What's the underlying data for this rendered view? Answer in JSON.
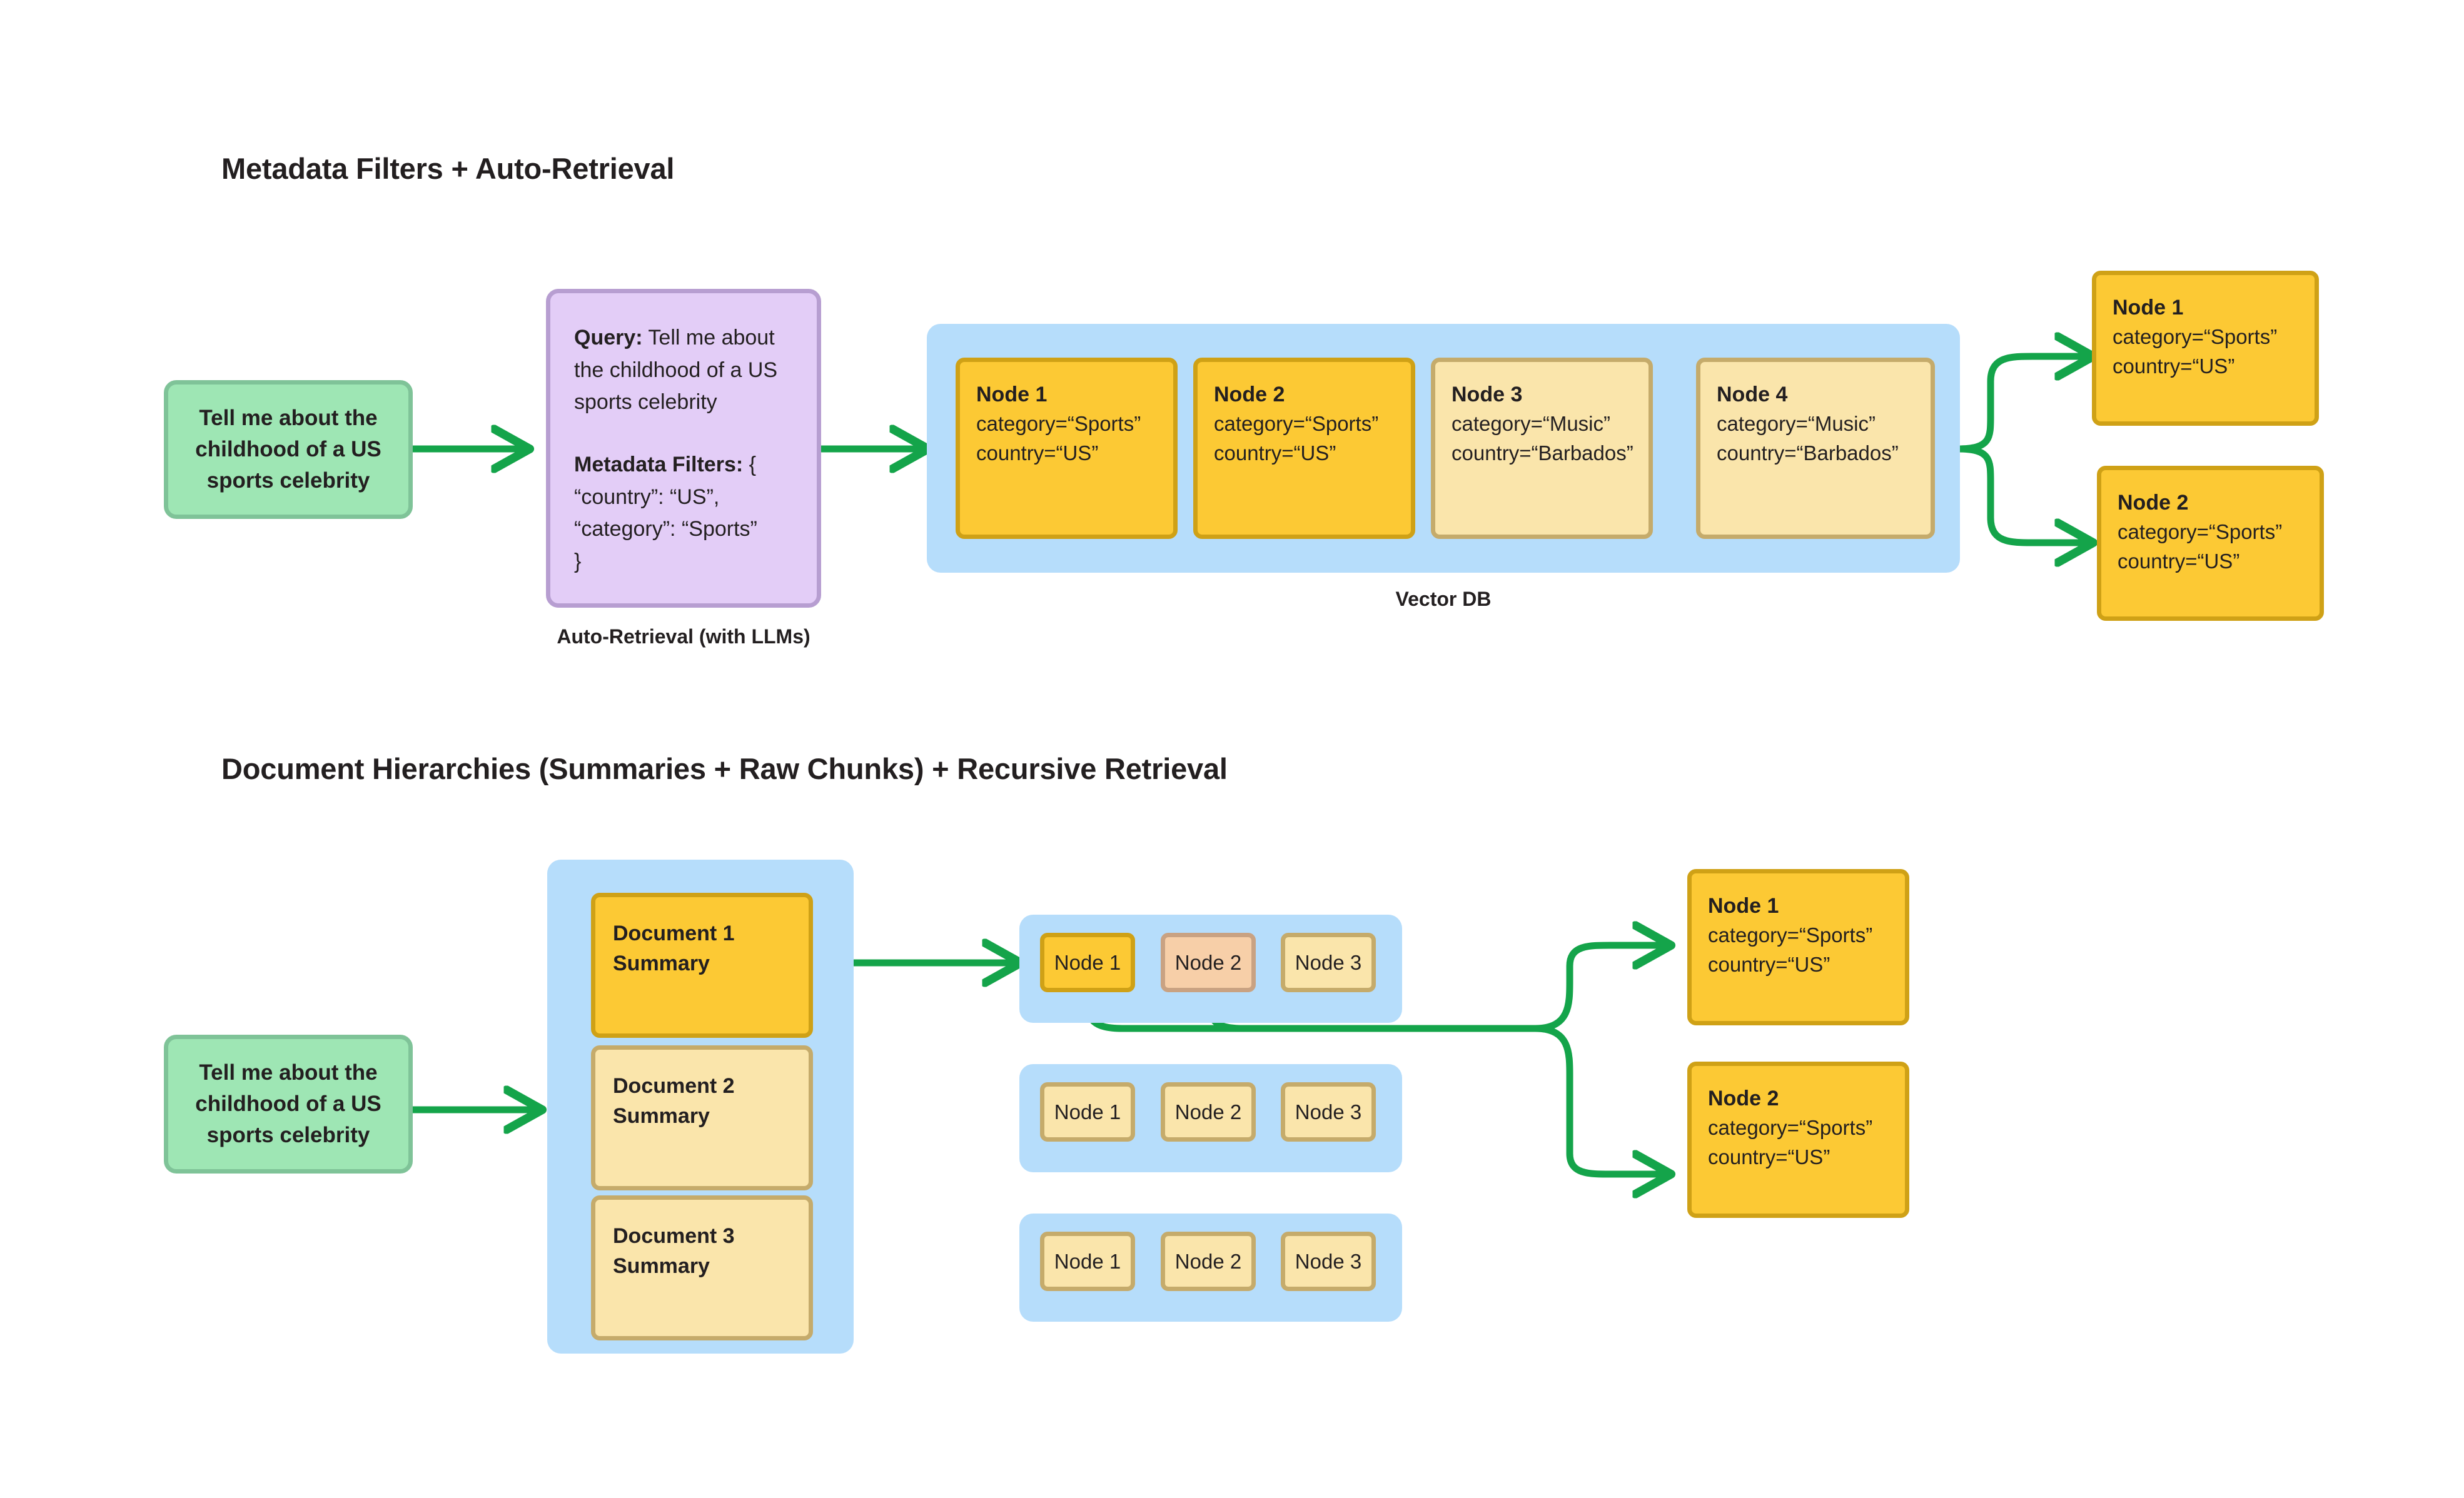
{
  "sections": [
    {
      "title": "Metadata Filters + Auto-Retrieval",
      "query_box": {
        "text": "Tell me about the childhood of a US sports celebrity"
      },
      "auto_retrieval": {
        "caption": "Auto-Retrieval (with LLMs)",
        "query_label": "Query:",
        "query_text": " Tell me about the childhood of a US sports celebrity",
        "filters_label": "Metadata Filters:",
        "filters_open": " {",
        "filters_lines": [
          "“country”: “US”,",
          "“category”: “Sports”",
          "}"
        ]
      },
      "vector_db": {
        "caption": "Vector DB",
        "nodes": [
          {
            "title": "Node 1",
            "category": "category=“Sports”",
            "country": "country=“US”",
            "style": "dark"
          },
          {
            "title": "Node 2",
            "category": "category=“Sports”",
            "country": "country=“US”",
            "style": "dark"
          },
          {
            "title": "Node 3",
            "category": "category=“Music”",
            "country": "country=“Barbados”",
            "style": "light"
          },
          {
            "title": "Node 4",
            "category": "category=“Music”",
            "country": "country=“Barbados”",
            "style": "light"
          }
        ]
      },
      "results": [
        {
          "title": "Node 1",
          "category": "category=“Sports”",
          "country": "country=“US”"
        },
        {
          "title": "Node 2",
          "category": "category=“Sports”",
          "country": "country=“US”"
        }
      ]
    },
    {
      "title": "Document Hierarchies (Summaries + Raw Chunks) + Recursive Retrieval",
      "query_box": {
        "text": "Tell me about the childhood of a US sports celebrity"
      },
      "documents": [
        {
          "line1": "Document 1",
          "line2": "Summary",
          "style": "dark"
        },
        {
          "line1": "Document 2",
          "line2": "Summary",
          "style": "light"
        },
        {
          "line1": "Document 3",
          "line2": "Summary",
          "style": "light"
        }
      ],
      "chunk_rows": [
        {
          "chunks": [
            {
              "label": "Node 1",
              "style": "dark"
            },
            {
              "label": "Node 2",
              "style": "peach"
            },
            {
              "label": "Node 3",
              "style": "light"
            }
          ]
        },
        {
          "chunks": [
            {
              "label": "Node 1",
              "style": "light"
            },
            {
              "label": "Node 2",
              "style": "light"
            },
            {
              "label": "Node 3",
              "style": "light"
            }
          ]
        },
        {
          "chunks": [
            {
              "label": "Node 1",
              "style": "light"
            },
            {
              "label": "Node 2",
              "style": "light"
            },
            {
              "label": "Node 3",
              "style": "light"
            }
          ]
        }
      ],
      "results": [
        {
          "title": "Node 1",
          "category": "category=“Sports”",
          "country": "country=“US”"
        },
        {
          "title": "Node 2",
          "category": "category=“Sports”",
          "country": "country=“US”"
        }
      ]
    }
  ],
  "colors": {
    "arrow_green": "#14a44a",
    "node_dark_fill": "#fcc934",
    "node_dark_border": "#cfa116",
    "node_light_fill": "#fae5ab",
    "node_light_border": "#c5ab6b",
    "node_peach_fill": "#f7cfa8",
    "node_peach_border": "#c9a282",
    "blue_container": "#b6ddfb",
    "green_fill": "#9ee6b4",
    "green_border": "#7fc398",
    "purple_fill": "#e3cdf7",
    "purple_border": "#b79ed1"
  }
}
